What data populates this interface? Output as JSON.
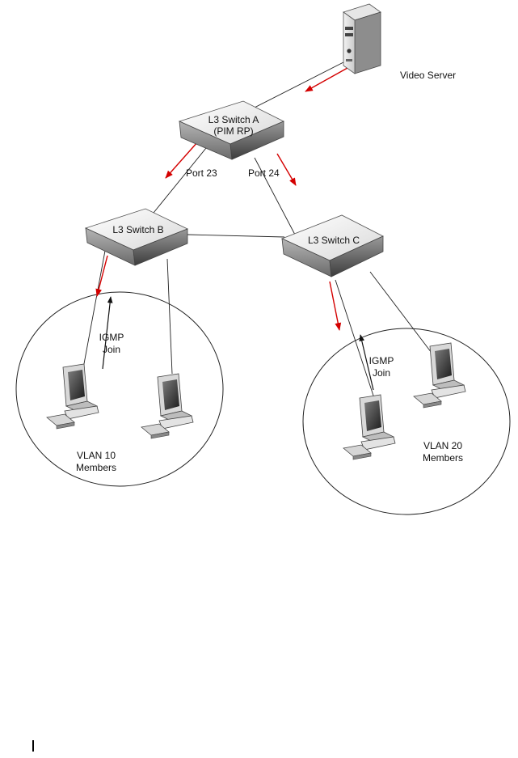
{
  "nodes": {
    "video_server": "Video Server",
    "switch_a": {
      "line1": "L3 Switch A",
      "line2": "(PIM RP)"
    },
    "switch_b": "L3 Switch B",
    "switch_c": "L3 Switch C"
  },
  "ports": {
    "port23": "Port 23",
    "port24": "Port 24"
  },
  "igmp": {
    "left": {
      "line1": "IGMP",
      "line2": "Join"
    },
    "right": {
      "line1": "IGMP",
      "line2": "Join"
    }
  },
  "vlans": {
    "vlan10": {
      "line1": "VLAN 10",
      "line2": "Members"
    },
    "vlan20": {
      "line1": "VLAN 20",
      "line2": "Members"
    }
  },
  "colors": {
    "multicast_arrow": "#d40000",
    "join_arrow": "#111111",
    "link": "#222222"
  }
}
